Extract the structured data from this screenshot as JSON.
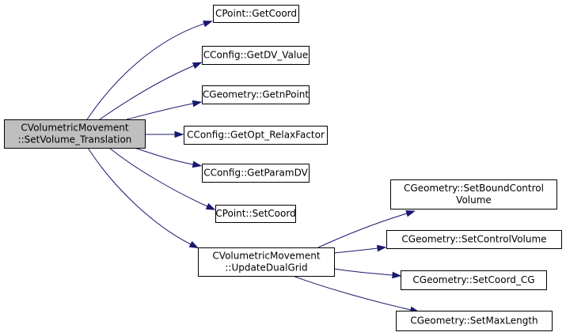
{
  "colors": {
    "root_fill": "#bfbfbf",
    "node_fill": "#ffffff",
    "edge": "#191970"
  },
  "nodes": [
    {
      "id": "root",
      "lines": [
        "CVolumetricMovement",
        "::SetVolume_Translation"
      ],
      "highlight": true
    },
    {
      "id": "getcoord",
      "lines": [
        "CPoint::GetCoord"
      ]
    },
    {
      "id": "getdv",
      "lines": [
        "CConfig::GetDV_Value"
      ]
    },
    {
      "id": "getnpoint",
      "lines": [
        "CGeometry::GetnPoint"
      ]
    },
    {
      "id": "getopt",
      "lines": [
        "CConfig::GetOpt_RelaxFactor"
      ]
    },
    {
      "id": "getparam",
      "lines": [
        "CConfig::GetParamDV"
      ]
    },
    {
      "id": "setcoord",
      "lines": [
        "CPoint::SetCoord"
      ]
    },
    {
      "id": "update",
      "lines": [
        "CVolumetricMovement",
        "::UpdateDualGrid"
      ]
    },
    {
      "id": "setbound",
      "lines": [
        "CGeometry::SetBoundControl",
        "Volume"
      ]
    },
    {
      "id": "setcontrol",
      "lines": [
        "CGeometry::SetControlVolume"
      ]
    },
    {
      "id": "setcoordcg",
      "lines": [
        "CGeometry::SetCoord_CG"
      ]
    },
    {
      "id": "setmax",
      "lines": [
        "CGeometry::SetMaxLength"
      ]
    }
  ],
  "edges": [
    {
      "from": "root",
      "to": "getcoord"
    },
    {
      "from": "root",
      "to": "getdv"
    },
    {
      "from": "root",
      "to": "getnpoint"
    },
    {
      "from": "root",
      "to": "getopt"
    },
    {
      "from": "root",
      "to": "getparam"
    },
    {
      "from": "root",
      "to": "setcoord"
    },
    {
      "from": "root",
      "to": "update"
    },
    {
      "from": "update",
      "to": "setbound"
    },
    {
      "from": "update",
      "to": "setcontrol"
    },
    {
      "from": "update",
      "to": "setcoordcg"
    },
    {
      "from": "update",
      "to": "setmax"
    }
  ]
}
